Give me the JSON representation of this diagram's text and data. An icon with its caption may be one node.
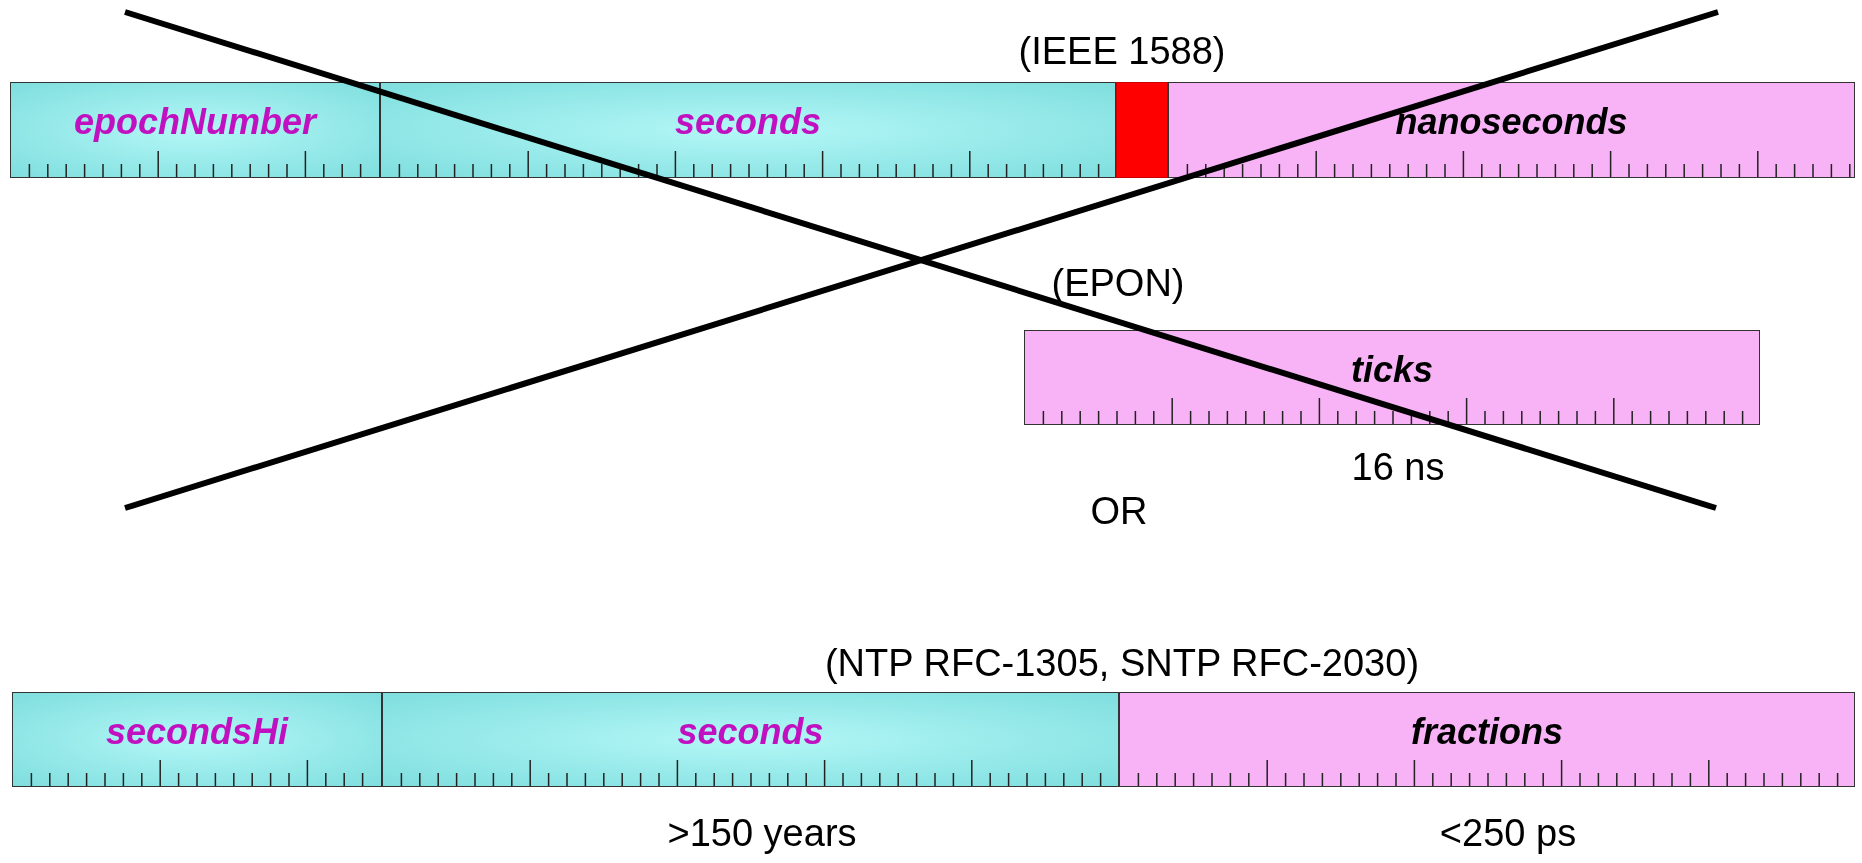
{
  "diagram": {
    "nodes": [
      {
        "text": [
          "epochNumber"
        ]
      },
      {
        "text": [
          "seconds"
        ]
      },
      {
        "text": [],
        "shape": "box"
      },
      {
        "text": [
          "nanoseconds"
        ]
      },
      {
        "text": [
          "ticks"
        ],
        "beside": [
          "16 ns"
        ]
      },
      {
        "text": [
          "secondsHi"
        ]
      },
      {
        "text": [
          "seconds"
        ],
        "beside": [
          ">150 years"
        ]
      },
      {
        "text": [
          "fractions"
        ],
        "beside": [
          "<250 ps"
        ]
      }
    ],
    "edges": [],
    "labels": [
      "(IEEE 1588)",
      "(EPON)",
      "OR",
      "(NTP RFC-1305, SNTP RFC-2030)"
    ]
  }
}
